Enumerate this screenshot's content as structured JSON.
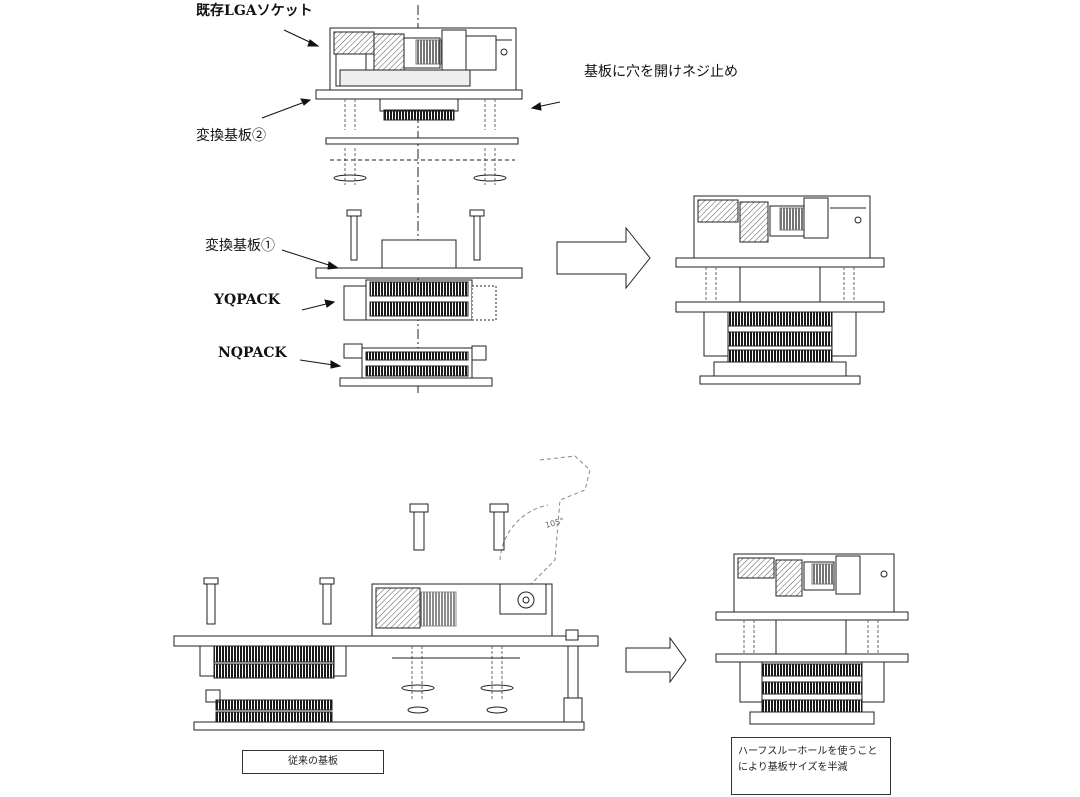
{
  "labels": {
    "existing_lga_socket": "既存LGAソケット",
    "drill_and_screw": "基板に穴を開けネジ止め",
    "adapter_board_2": "変換基板②",
    "adapter_board_1": "変換基板①",
    "yqpack": "YQPACK",
    "nqpack": "NQPACK",
    "angle": "105°"
  },
  "captions": {
    "conventional_board": "従来の基板",
    "half_through_hole": "ハーフスルーホールを使うことにより基板サイズを半減"
  },
  "colors": {
    "line": "#222222",
    "dark_fill": "#1a1a1a",
    "hatch": "#555555",
    "dashed": "#888888"
  }
}
